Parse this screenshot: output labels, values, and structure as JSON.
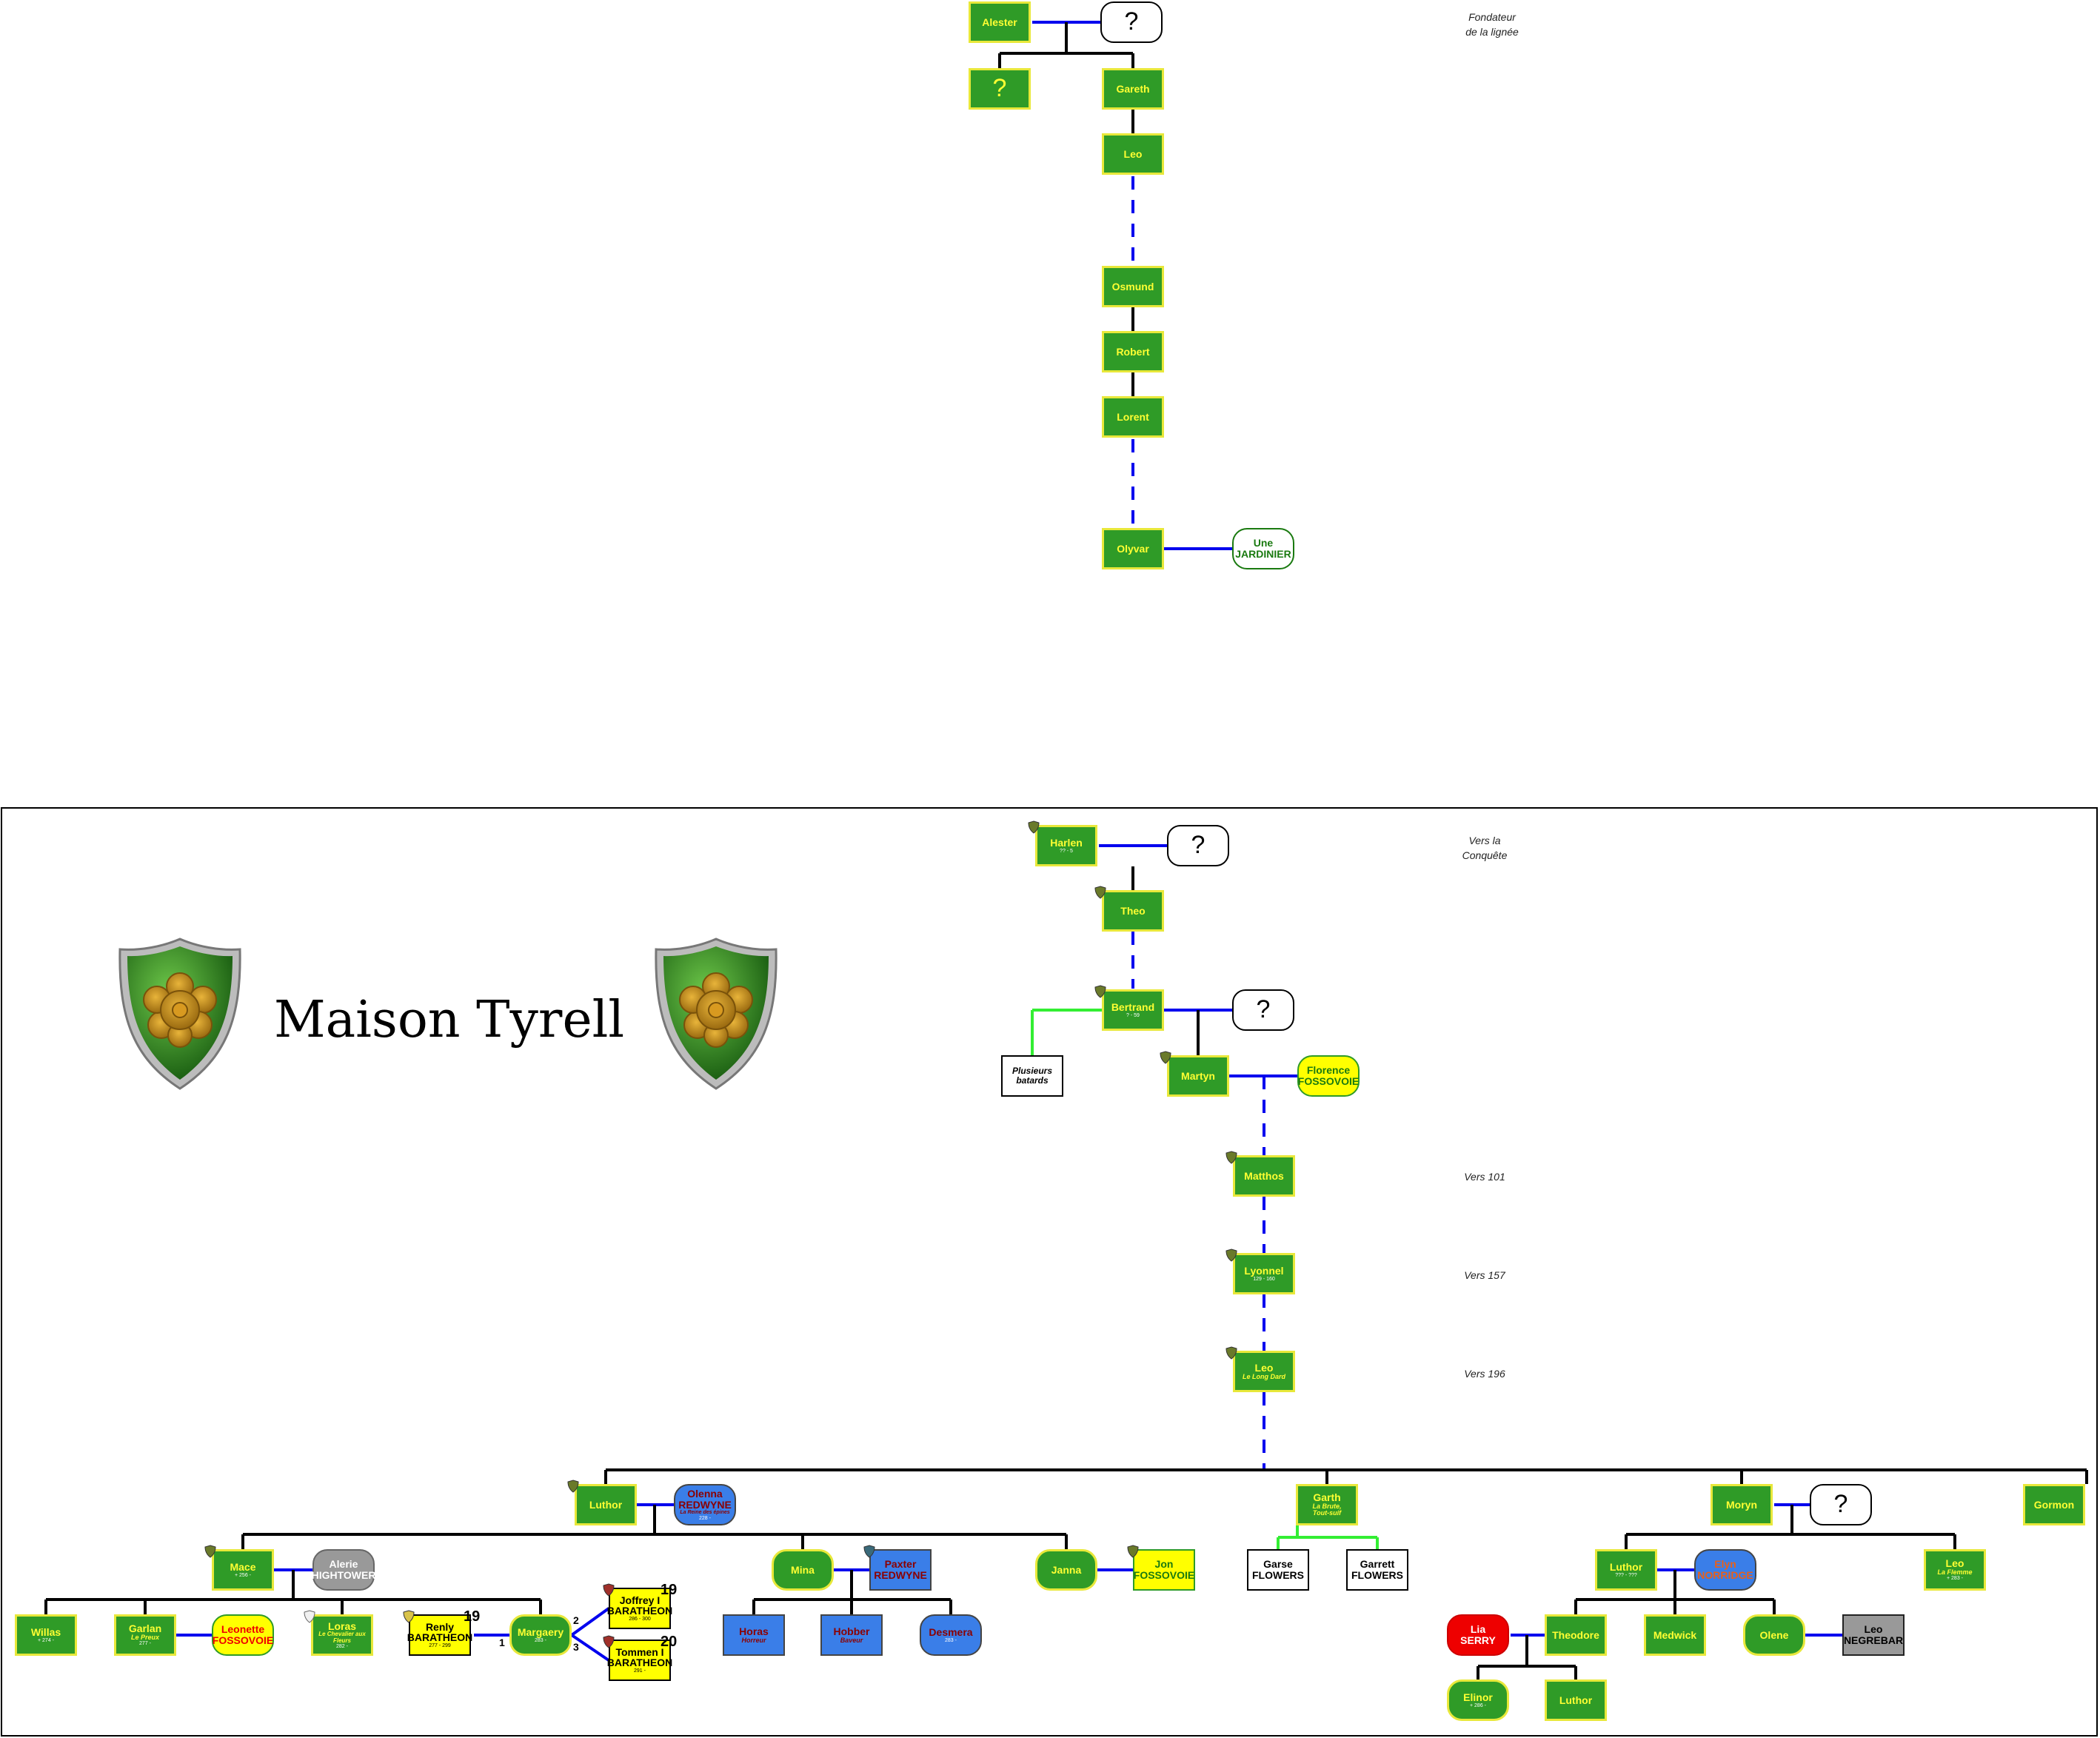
{
  "title": "Maison Tyrell",
  "notes": {
    "founder": [
      "Fondateur",
      "de la lignée"
    ],
    "conquest": [
      "Vers la",
      "Conquête"
    ],
    "v101": "Vers 101",
    "v157": "Vers 157",
    "v196": "Vers 196"
  },
  "colors": {
    "tyrell": "#2f9b27",
    "border": "#e8e83a",
    "spouse_line": "#0000ee",
    "bastard_line": "#33ee33"
  },
  "top": {
    "alester": "Alester",
    "unknown1": "?",
    "unknown_child": "?",
    "gareth": "Gareth",
    "leo": "Leo",
    "osmund": "Osmund",
    "robert": "Robert",
    "lorent": "Lorent",
    "olyvar": "Olyvar",
    "jardinier": [
      "Une",
      "JARDINIER"
    ]
  },
  "main": {
    "harlen": {
      "name": "Harlen",
      "date": "?? - 5"
    },
    "harlen_spouse": "?",
    "theo": "Theo",
    "bertrand": {
      "name": "Bertrand",
      "date": "? - 59"
    },
    "bertrand_spouse": "?",
    "bastards": [
      "Plusieurs",
      "batards"
    ],
    "martyn": "Martyn",
    "florence": [
      "Florence",
      "FOSSOVOIE"
    ],
    "matthos": "Matthos",
    "lyonnel": {
      "name": "Lyonnel",
      "date": "129 - 160"
    },
    "leo": {
      "name": "Leo",
      "sub": "Le Long Dard"
    },
    "luthor": "Luthor",
    "olenna": {
      "name": [
        "Olenna",
        "REDWYNE"
      ],
      "sub": "La Reine des épines",
      "date": "228 -"
    },
    "garth": {
      "name": "Garth",
      "sub": [
        "La Brute,",
        "Tout-suif"
      ]
    },
    "garse": [
      "Garse",
      "FLOWERS"
    ],
    "garrett": [
      "Garrett",
      "FLOWERS"
    ],
    "moryn": "Moryn",
    "moryn_spouse": "?",
    "gormon": "Gormon",
    "mace": {
      "name": "Mace",
      "date": "+ 256 -"
    },
    "alerie": [
      "Alerie",
      "HIGHTOWER"
    ],
    "mina": "Mina",
    "paxter": [
      "Paxter",
      "REDWYNE"
    ],
    "janna": "Janna",
    "jon": [
      "Jon",
      "FOSSOVOIE"
    ],
    "luthor2": {
      "name": "Luthor",
      "date": "??? - ???"
    },
    "elyn": [
      "Elyn",
      "NORRIDGE"
    ],
    "leo2": {
      "name": "Leo",
      "sub": "La Flemme",
      "date": "+ 283 -"
    },
    "willas": {
      "name": "Willas",
      "date": "+ 274 -"
    },
    "garlan": {
      "name": "Garlan",
      "sub": "Le Preux",
      "date": "277 -"
    },
    "leonette": [
      "Leonette",
      "FOSSOVOIE"
    ],
    "loras": {
      "name": "Loras",
      "sub": "Le Chevalier aux Fleurs",
      "date": "282 -"
    },
    "renly": {
      "name": [
        "Renly",
        "BARATHEON"
      ],
      "date": "277 - 299",
      "badge": "19"
    },
    "margaery": {
      "name": "Margaery",
      "date": "283 -"
    },
    "joffrey": {
      "name": [
        "Joffrey I",
        "BARATHEON"
      ],
      "date": "286 - 300",
      "badge": "19"
    },
    "tommen": {
      "name": [
        "Tommen I",
        "BARATHEON"
      ],
      "date": "291 -",
      "badge": "20"
    },
    "marriage_nums": [
      "1",
      "2",
      "3"
    ],
    "horas": {
      "name": "Horas",
      "sub": "Horreur"
    },
    "hobber": {
      "name": "Hobber",
      "sub": "Baveur"
    },
    "desmera": {
      "name": "Desmera",
      "date": "283 -"
    },
    "lia": [
      "Lia",
      "SERRY"
    ],
    "theodore": "Theodore",
    "medwick": "Medwick",
    "olene": "Olene",
    "leo_negrebar": [
      "Leo",
      "NEGREBAR"
    ],
    "elinor": {
      "name": "Elinor",
      "date": "+ 286 -"
    },
    "luthor3": "Luthor"
  }
}
